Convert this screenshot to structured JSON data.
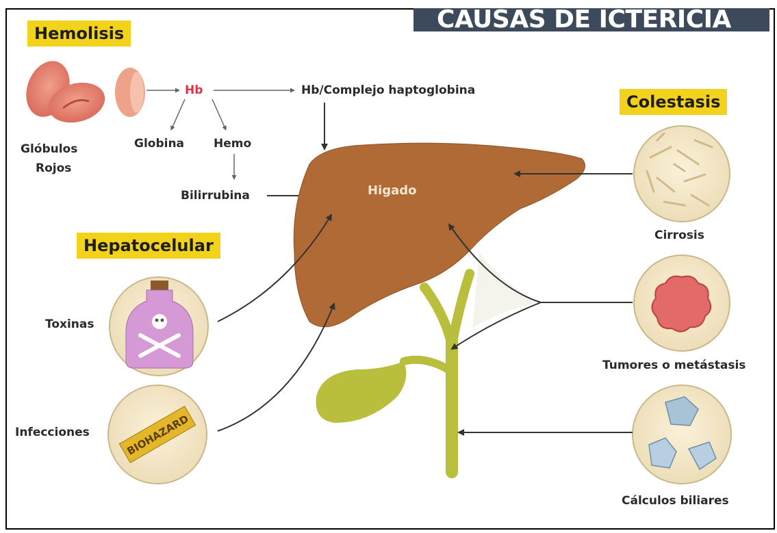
{
  "title": "CAUSAS DE ICTERICIA",
  "categories": {
    "hemolisis": "Hemolisis",
    "hepatocelular": "Hepatocelular",
    "colestasis": "Colestasis"
  },
  "hemolisis_labels": {
    "globulos_line1": "Glóbulos",
    "globulos_line2": "Rojos",
    "hb": "Hb",
    "complejo": "Hb/Complejo haptoglobina",
    "globina": "Globina",
    "hemo": "Hemo",
    "bilirrubina": "Bilirrubina"
  },
  "organ_label": "Higado",
  "hepatocelular_items": {
    "toxinas": "Toxinas",
    "infecciones": "Infecciones",
    "biohazard_text": "BIOHAZARD"
  },
  "colestasis_items": {
    "cirrosis": "Cirrosis",
    "tumores": "Tumores o metástasis",
    "calculos": "Cálculos biliares"
  },
  "colors": {
    "title_bg": "#3c4a5c",
    "category_bg": "#f2d21a",
    "liver": "#b06a35",
    "bile_duct": "#b9bf3c",
    "hb_text": "#d9324a"
  }
}
